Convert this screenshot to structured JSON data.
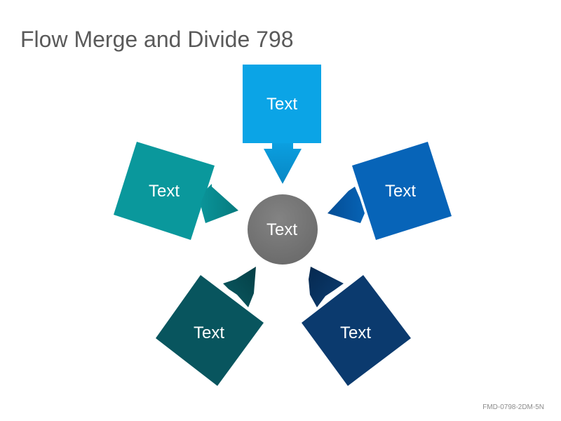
{
  "slide": {
    "title": "Flow Merge and Divide 798",
    "footer_code": "FMD-0798-2DM-5N"
  },
  "diagram": {
    "center": {
      "label": "Text",
      "color": "#767676"
    },
    "boxes": [
      {
        "id": "top",
        "label": "Text",
        "color": "#0ba4e6",
        "arrow_color": "#0794d2"
      },
      {
        "id": "left",
        "label": "Text",
        "color": "#0a989c",
        "arrow_color": "#08868a"
      },
      {
        "id": "right",
        "label": "Text",
        "color": "#0764b8",
        "arrow_color": "#0556a3"
      },
      {
        "id": "bottom-left",
        "label": "Text",
        "color": "#08555e",
        "arrow_color": "#064a52"
      },
      {
        "id": "bottom-right",
        "label": "Text",
        "color": "#0b3a6e",
        "arrow_color": "#082f5c"
      }
    ]
  }
}
